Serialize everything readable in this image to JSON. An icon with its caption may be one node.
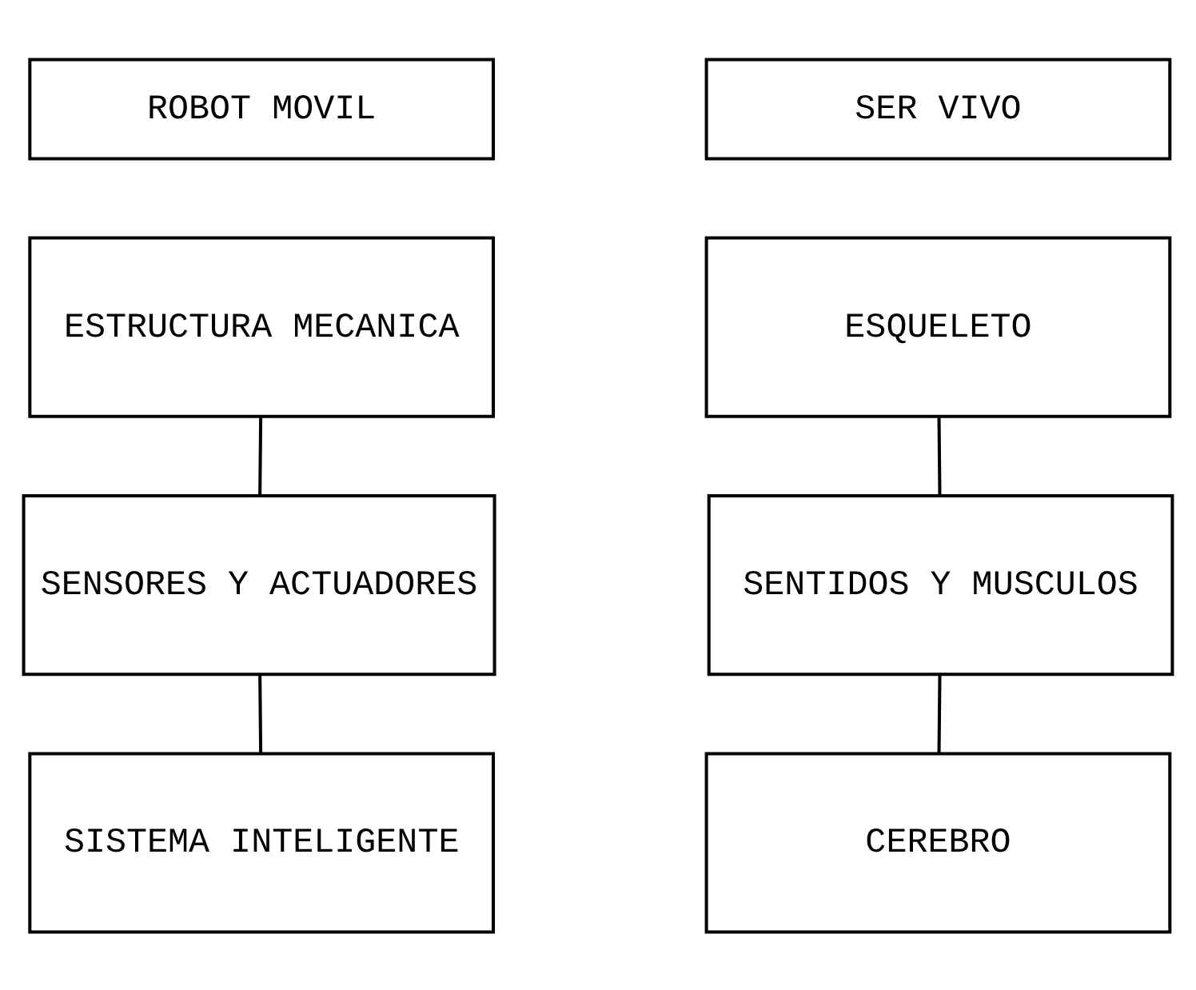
{
  "diagram": {
    "nodes": [
      {
        "text": [
          "ROBOT MOVIL"
        ]
      },
      {
        "text": [
          "SER VIVO"
        ]
      },
      {
        "text": [
          "ESTRUCTURA MECANICA"
        ]
      },
      {
        "text": [
          "ESQUELETO"
        ]
      },
      {
        "text": [
          "SENSORES Y ACTUADORES"
        ]
      },
      {
        "text": [
          "SENTIDOS Y MUSCULOS"
        ]
      },
      {
        "text": [
          "SISTEMA INTELIGENTE"
        ]
      },
      {
        "text": [
          "CEREBRO"
        ]
      }
    ],
    "edges": [
      {
        "from": 2,
        "to": 4,
        "arrow": "none"
      },
      {
        "from": 4,
        "to": 6,
        "arrow": "none"
      },
      {
        "from": 3,
        "to": 5,
        "arrow": "none"
      },
      {
        "from": 5,
        "to": 7,
        "arrow": "none"
      }
    ]
  }
}
